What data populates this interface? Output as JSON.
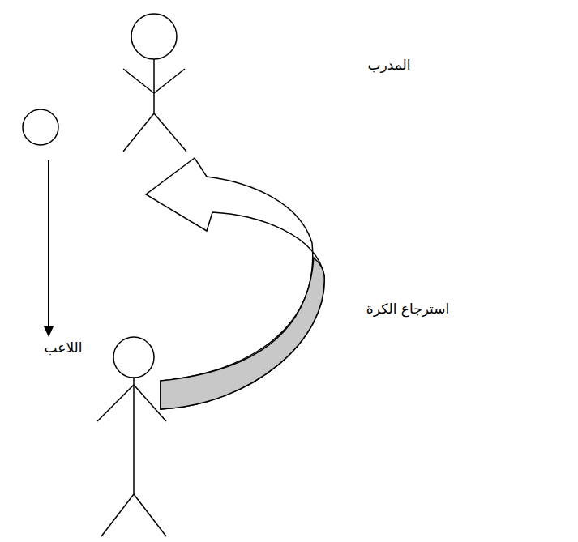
{
  "diagram": {
    "labels": [
      "المدرب",
      "استرجاع الكرة",
      "اللاعب"
    ]
  }
}
